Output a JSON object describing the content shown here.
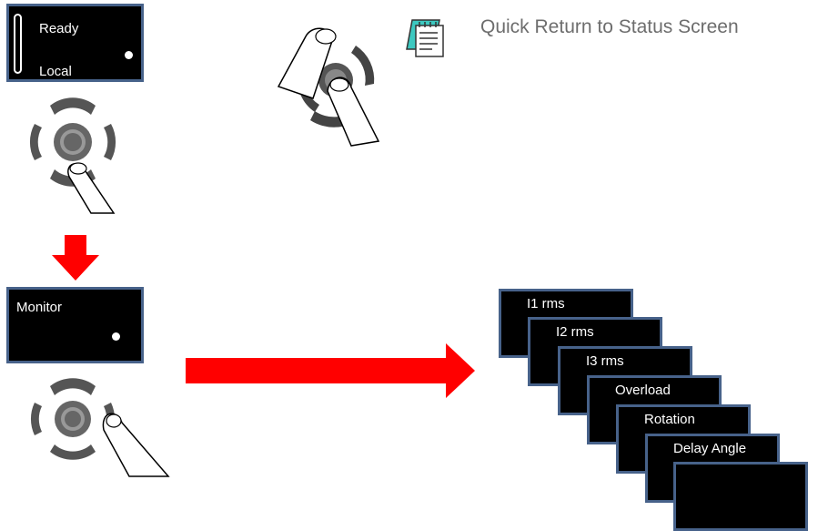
{
  "status_screen": {
    "line1": "Ready",
    "line2": "Local"
  },
  "monitor_screen": {
    "label": "Monitor"
  },
  "note": {
    "text": "Quick Return to Status Screen",
    "icon": "notepad-icon"
  },
  "menu_screens": [
    "I1 rms",
    "I2 rms",
    "I3 rms",
    "Overload",
    "Rotation",
    "Delay Angle",
    ""
  ],
  "colors": {
    "screen_bg": "#000000",
    "screen_border": "#47628a",
    "arrow": "#ff0000",
    "note_text": "#6d6d6d"
  }
}
